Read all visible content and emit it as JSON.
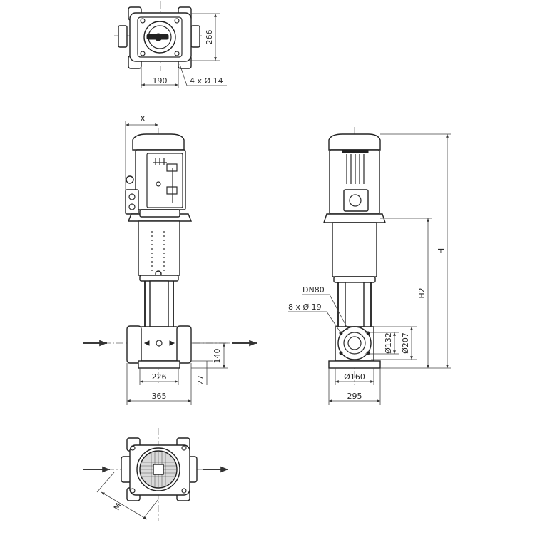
{
  "top_view": {
    "dim_width": "190",
    "dim_height": "266",
    "dim_holes": "4 x Ø 14"
  },
  "front_view": {
    "dim_x": "X",
    "dim_226": "226",
    "dim_365": "365",
    "dim_140": "140",
    "dim_27": "27"
  },
  "side_view": {
    "dim_dn": "DN80",
    "dim_holes": "8 x Ø 19",
    "dim_132": "Ø132",
    "dim_207": "Ø207",
    "dim_160": "Ø160",
    "dim_295": "295",
    "dim_h": "H",
    "dim_h2": "H2"
  },
  "bottom_view": {
    "dim_m": "M"
  }
}
